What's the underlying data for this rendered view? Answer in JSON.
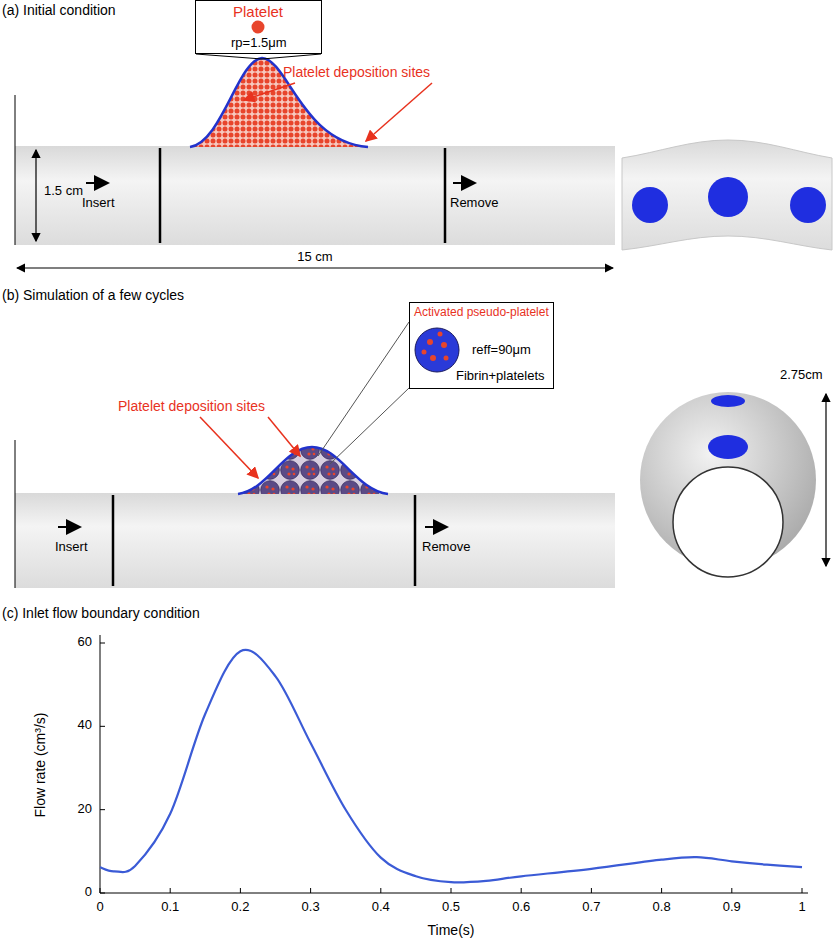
{
  "diagram": {
    "nodes": [
      {
        "text": [
          "Platelet",
          "rp=1.5μm"
        ]
      },
      {
        "text": [
          "Activated pseudo-platelet",
          "reff=90μm",
          "Fibrin+platelets"
        ]
      }
    ],
    "labels": [
      "(a) Initial condition",
      "Platelet deposition sites",
      "1.5 cm",
      "Insert",
      "Remove",
      "15 cm",
      "(b) Simulation of a few cycles",
      "Platelet deposition sites",
      "Insert",
      "Remove",
      "2.75cm",
      "(c) Inlet flow boundary condition",
      "60",
      "40",
      "20",
      "0",
      "Flow rate (cm³/s)",
      "0",
      "0.1",
      "0.2",
      "0.3",
      "0.4",
      "0.5",
      "0.6",
      "0.7",
      "0.8",
      "0.9",
      "1",
      "Time(s)"
    ]
  }
}
